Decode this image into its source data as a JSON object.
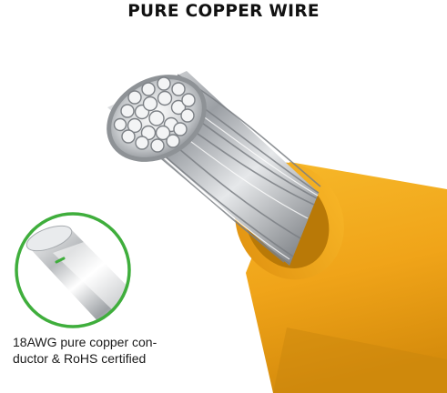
{
  "headline": "PURE COPPER WIRE",
  "caption": {
    "line1": "18AWG pure copper con-",
    "line2": "ductor & RoHS certified"
  },
  "colors": {
    "insulation": "#f2a81e",
    "insulation_shadow": "#c8840d",
    "strand_metal": "#c9ccd0",
    "inset_ring": "#3fae3c"
  },
  "icons": {
    "inset": "magnified-strand-icon"
  }
}
